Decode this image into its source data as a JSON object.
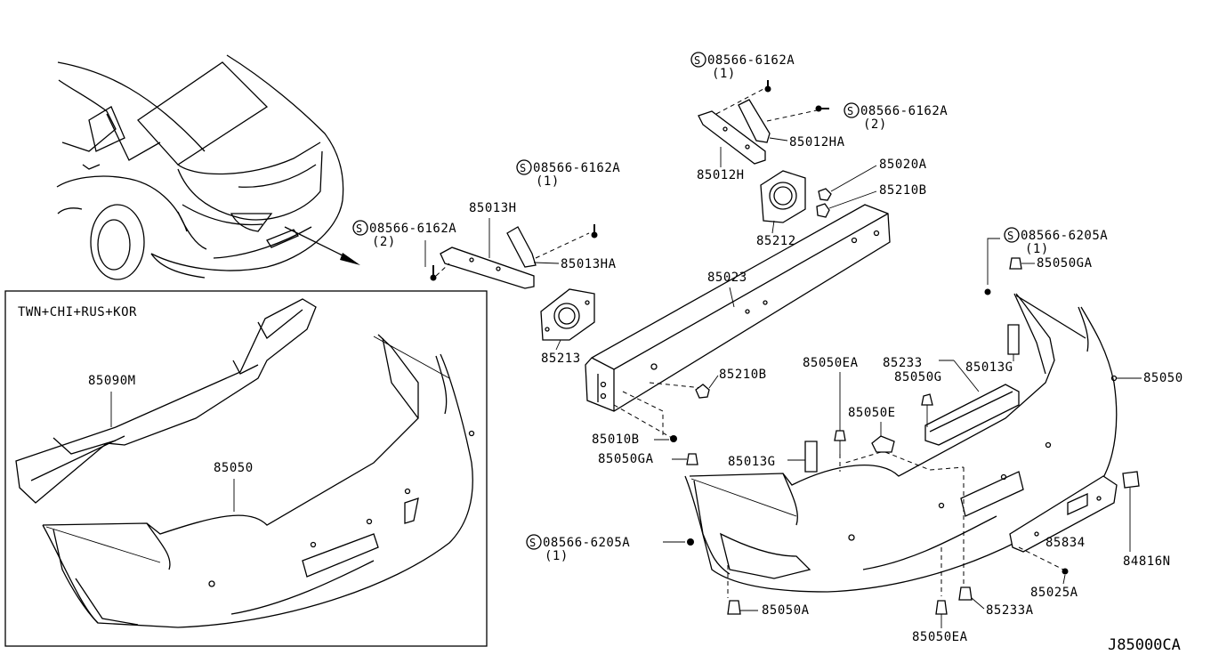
{
  "diagram_id": "J85000CA",
  "inset_label": "TWN+CHI+RUS+KOR",
  "parts": {
    "p85090M": "85090M",
    "p85050_inset": "85050",
    "p85013H": "85013H",
    "p85013HA": "85013HA",
    "p85213": "85213",
    "p85012H": "85012H",
    "p85012HA": "85012HA",
    "p85020A": "85020A",
    "p85210B_top": "85210B",
    "p85212": "85212",
    "p85023": "85023",
    "p85210B_mid": "85210B",
    "p85010B": "85010B",
    "p85050GA_left": "85050GA",
    "p85050EA_top": "85050EA",
    "p85233": "85233",
    "p85050G": "85050G",
    "p85050E": "85050E",
    "p85013G_right": "85013G",
    "p85013G_left": "85013G",
    "p85050GA_right": "85050GA",
    "p85050": "85050",
    "p85834": "85834",
    "p84816N": "84816N",
    "p85025A": "85025A",
    "p85233A": "85233A",
    "p85050A": "85050A",
    "p85050EA_bottom": "85050EA"
  },
  "screws": {
    "s1": {
      "symbol": "S",
      "part": "08566-6162A",
      "qty": "(2)"
    },
    "s2": {
      "symbol": "S",
      "part": "08566-6162A",
      "qty": "(1)"
    },
    "s3": {
      "symbol": "S",
      "part": "08566-6162A",
      "qty": "(1)"
    },
    "s4": {
      "symbol": "S",
      "part": "08566-6162A",
      "qty": "(2)"
    },
    "s5": {
      "symbol": "S",
      "part": "08566-6205A",
      "qty": "(1)"
    },
    "s6": {
      "symbol": "S",
      "part": "08566-6205A",
      "qty": "(1)"
    }
  }
}
